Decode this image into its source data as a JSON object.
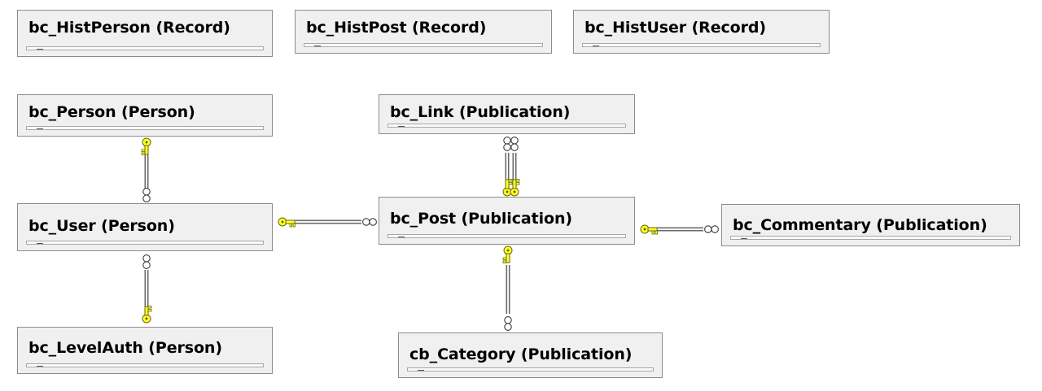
{
  "tables": {
    "hist_person": "bc_HistPerson (Record)",
    "hist_post": "bc_HistPost (Record)",
    "hist_user": "bc_HistUser (Record)",
    "person": "bc_Person (Person)",
    "link": "bc_Link (Publication)",
    "user": "bc_User (Person)",
    "post": "bc_Post (Publication)",
    "commentary": "bc_Commentary (Publication)",
    "level_auth": "bc_LevelAuth (Person)",
    "category": "cb_Category (Publication)"
  },
  "relationships": [
    {
      "from": "bc_Person (Person)",
      "to": "bc_User (Person)",
      "key_end": "bc_Person (Person)",
      "many_end": "bc_User (Person)"
    },
    {
      "from": "bc_User (Person)",
      "to": "bc_Post (Publication)",
      "key_end": "bc_User (Person)",
      "many_end": "bc_Post (Publication)"
    },
    {
      "from": "bc_LevelAuth (Person)",
      "to": "bc_User (Person)",
      "key_end": "bc_LevelAuth (Person)",
      "many_end": "bc_User (Person)"
    },
    {
      "from": "bc_Post (Publication)",
      "to": "bc_Link (Publication)",
      "key_end": "bc_Post (Publication)",
      "many_end": "bc_Link (Publication)"
    },
    {
      "from": "bc_Post (Publication)",
      "to": "bc_Link (Publication)",
      "key_end": "bc_Post (Publication)",
      "many_end": "bc_Link (Publication)"
    },
    {
      "from": "bc_Post (Publication)",
      "to": "bc_Commentary (Publication)",
      "key_end": "bc_Post (Publication)",
      "many_end": "bc_Commentary (Publication)"
    },
    {
      "from": "bc_Post (Publication)",
      "to": "cb_Category (Publication)",
      "key_end": "bc_Post (Publication)",
      "many_end": "cb_Category (Publication)"
    }
  ],
  "colors": {
    "key_fill": "#ffff33",
    "key_stroke": "#6a6a00",
    "connector": "#8a8a8a",
    "table_bg": "#f0f0f0",
    "table_border": "#8c8c8c"
  },
  "icons": {
    "one_end": "key-icon",
    "many_end": "infinity-icon"
  }
}
